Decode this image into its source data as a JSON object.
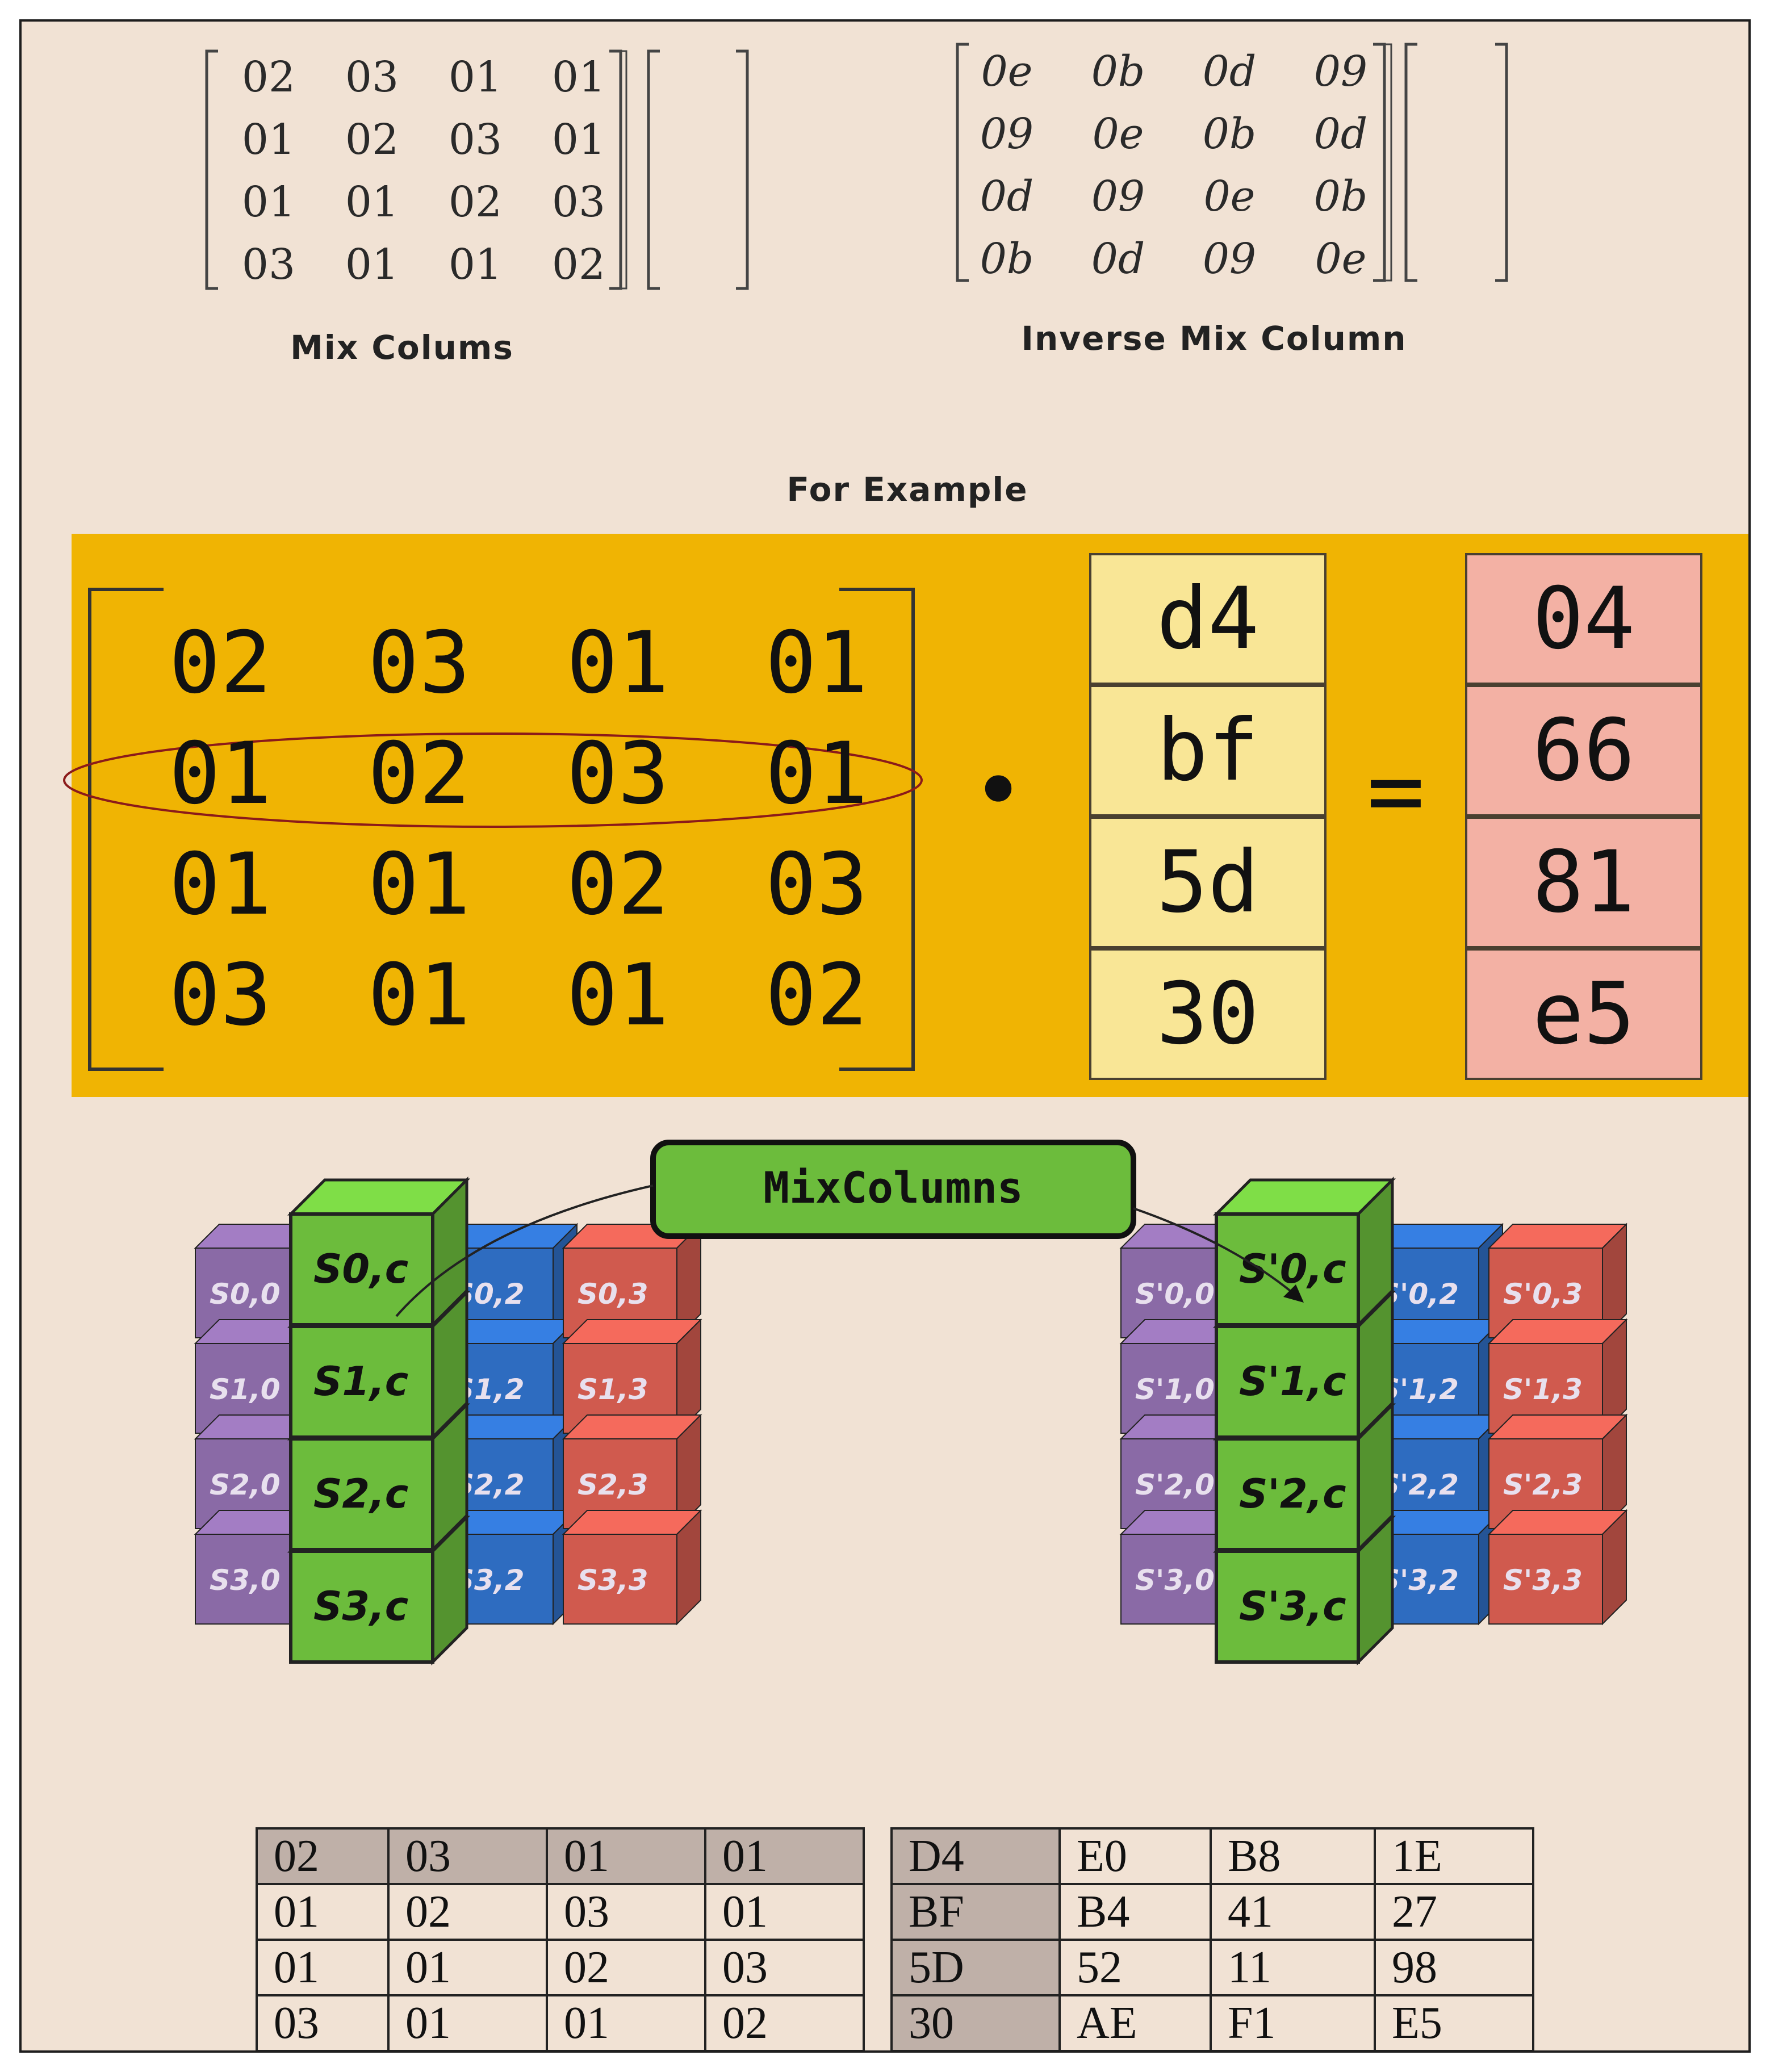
{
  "mix_matrix": [
    [
      "02",
      "03",
      "01",
      "01"
    ],
    [
      "01",
      "02",
      "03",
      "01"
    ],
    [
      "01",
      "01",
      "02",
      "03"
    ],
    [
      "03",
      "01",
      "01",
      "02"
    ]
  ],
  "mix_caption": "Mix Colums",
  "inverse_matrix": [
    [
      "0e",
      "0b",
      "0d",
      "09"
    ],
    [
      "09",
      "0e",
      "0b",
      "0d"
    ],
    [
      "0d",
      "09",
      "0e",
      "0b"
    ],
    [
      "0b",
      "0d",
      "09",
      "0e"
    ]
  ],
  "inverse_caption": "Inverse Mix Column",
  "example_caption": "For Example",
  "example": {
    "matrix": [
      [
        "02",
        "03",
        "01",
        "01"
      ],
      [
        "01",
        "02",
        "03",
        "01"
      ],
      [
        "01",
        "01",
        "02",
        "03"
      ],
      [
        "03",
        "01",
        "01",
        "02"
      ]
    ],
    "operator": "•",
    "input_column": [
      "d4",
      "bf",
      "5d",
      "30"
    ],
    "equals": "=",
    "output_column": [
      "04",
      "66",
      "81",
      "e5"
    ],
    "highlight_color": "#8b1a1a",
    "background_color": "#f0b403",
    "input_color": "#f9e696",
    "output_color": "#f3b1a4"
  },
  "diagram": {
    "operation_label": "MixColumns",
    "left_state": {
      "col0": [
        "S0,0",
        "S1,0",
        "S2,0",
        "S3,0"
      ],
      "colc": [
        "S0,c",
        "S1,c",
        "S2,c",
        "S3,c"
      ],
      "col2": [
        "S0,2",
        "S1,2",
        "S2,2",
        "S3,2"
      ],
      "col3": [
        "S0,3",
        "S1,3",
        "S2,3",
        "S3,3"
      ]
    },
    "right_state": {
      "col0": [
        "S'0,0",
        "S'1,0",
        "S'2,0",
        "S'3,0"
      ],
      "colc": [
        "S'0,c",
        "S'1,c",
        "S'2,c",
        "S'3,c"
      ],
      "col2": [
        "S'0,2",
        "S'1,2",
        "S'2,2",
        "S'3,2"
      ],
      "col3": [
        "S'0,3",
        "S'1,3",
        "S'2,3",
        "S'3,3"
      ]
    },
    "colors": {
      "purple": "#8a6aa6",
      "green": "#6cbc3c",
      "blue": "#2e6cc0",
      "red": "#d05a4e"
    }
  },
  "bottom_tables": {
    "left": [
      [
        "02",
        "03",
        "01",
        "01"
      ],
      [
        "01",
        "02",
        "03",
        "01"
      ],
      [
        "01",
        "01",
        "02",
        "03"
      ],
      [
        "03",
        "01",
        "01",
        "02"
      ]
    ],
    "right": [
      [
        "D4",
        "E0",
        "B8",
        "1E"
      ],
      [
        "BF",
        "B4",
        "41",
        "27"
      ],
      [
        "5D",
        "52",
        "11",
        "98"
      ],
      [
        "30",
        "AE",
        "F1",
        "E5"
      ]
    ]
  }
}
